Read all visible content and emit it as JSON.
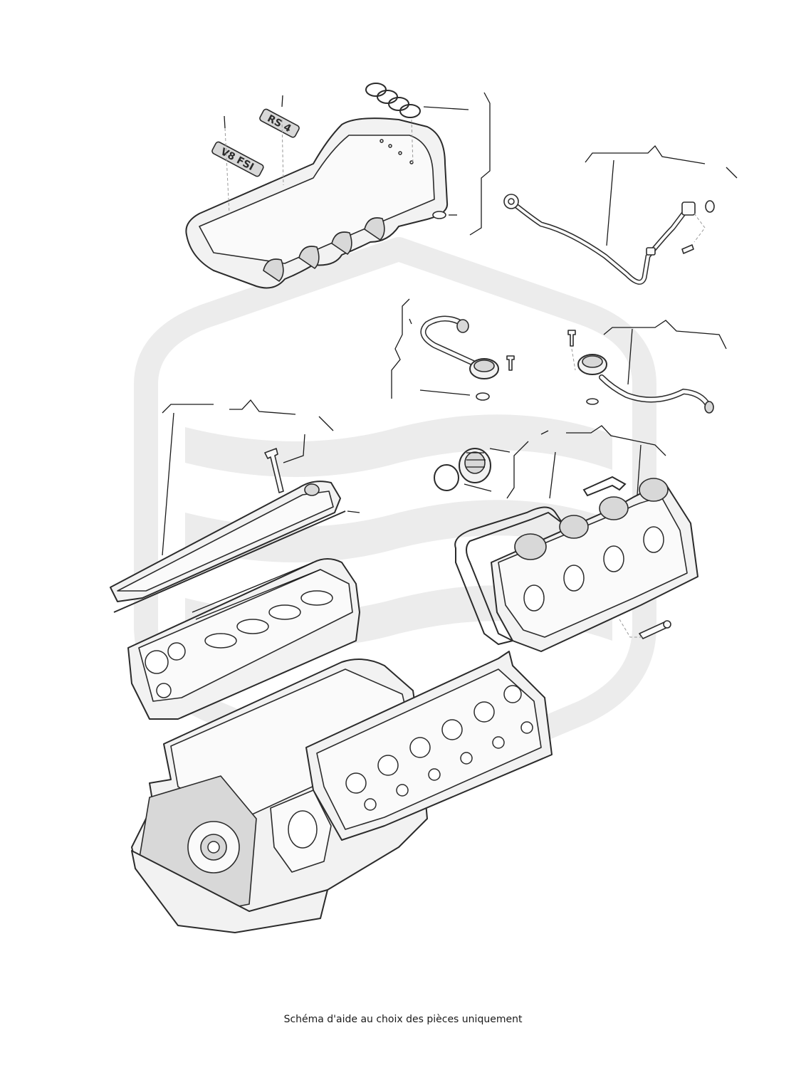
{
  "caption": "Schéma d'aide au choix des pièces uniquement",
  "emblems": {
    "v8_badge": "V8 FSI",
    "rs_badge": "RS 4"
  },
  "colors": {
    "line": "#2b2b2b",
    "part_fill": "#f2f2f2",
    "watermark": "#ececec",
    "caption_text": "#1a1a1a"
  }
}
